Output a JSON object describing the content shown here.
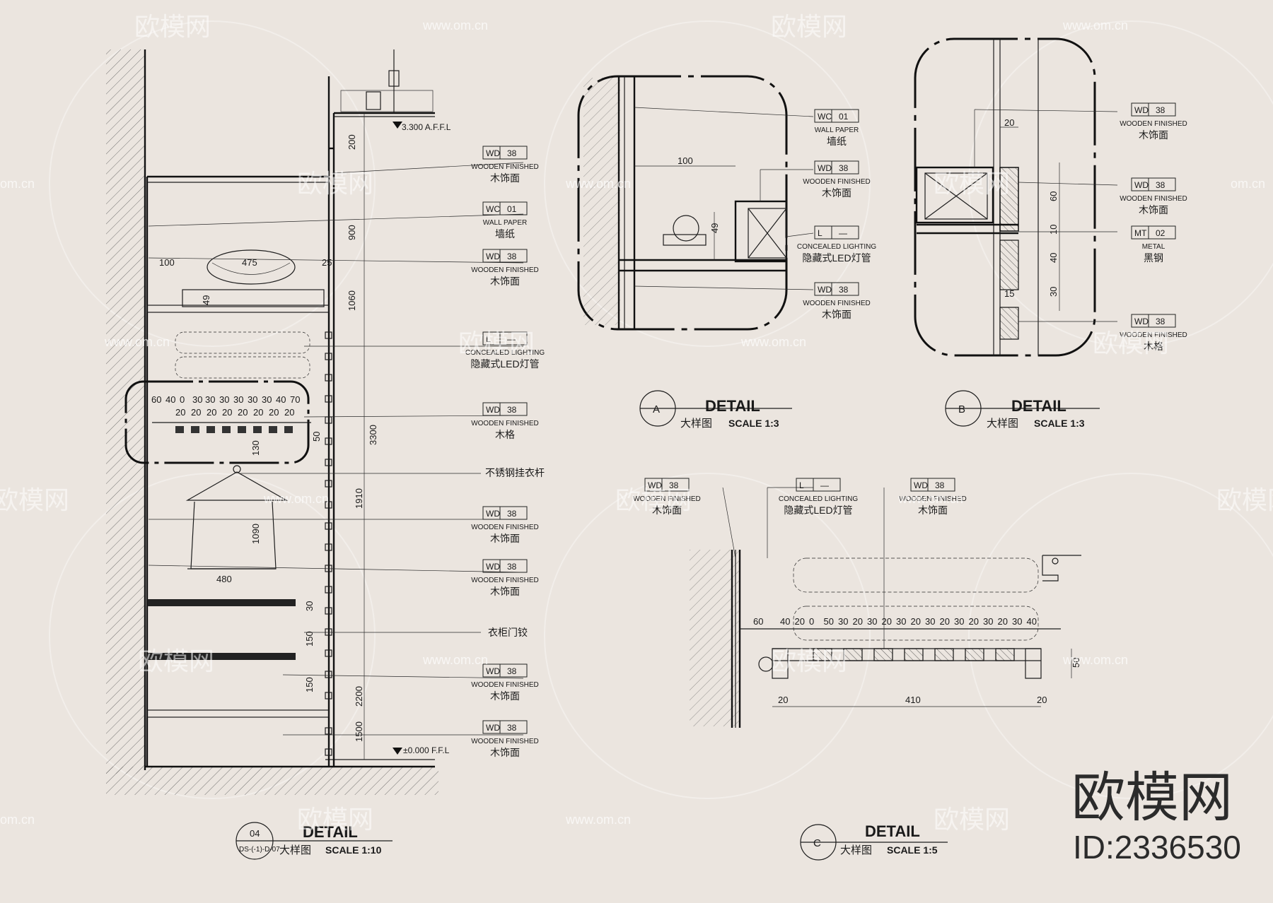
{
  "watermark": {
    "brand": "欧模网",
    "url": "www.om.cn",
    "url_short": "om.cn",
    "brand_partial": "欧模网"
  },
  "logo": {
    "brand": "欧模网",
    "id_text": "ID:2336530"
  },
  "main_section": {
    "title": "DETAIL",
    "subtitle_cn": "大样图",
    "scale": "SCALE  1:10",
    "number": "04",
    "sheet_ref": "DS-(-1)-D-07",
    "elev_top": "3.300 A.F.F.L",
    "elev_bottom": "±0.000 F.F.L",
    "dims": {
      "d200": "200",
      "d900": "900",
      "d1060": "1060",
      "d3300": "3300",
      "d1910": "1910",
      "d1500": "1500",
      "d2200": "2200",
      "d1090": "1090",
      "d130": "130",
      "d480": "480",
      "d150": "150",
      "d150b": "150",
      "d30": "30",
      "d100": "100",
      "d475": "475",
      "d25": "25",
      "d49": "49",
      "d50": "50",
      "row_top": [
        "60",
        "40",
        "0",
        "30",
        "30",
        "30",
        "30",
        "30",
        "30",
        "40",
        "70"
      ],
      "row_bot": [
        "20",
        "20",
        "20",
        "20",
        "20",
        "20",
        "20",
        "20"
      ]
    },
    "labels": [
      {
        "code": "WD",
        "num": "38",
        "en": "WOODEN FINISHED",
        "cn": "木饰面"
      },
      {
        "code": "WC",
        "num": "01",
        "en": "WALL PAPER",
        "cn": "墙纸"
      },
      {
        "code": "WD",
        "num": "38",
        "en": "WOODEN FINISHED",
        "cn": "木饰面"
      },
      {
        "code": "L",
        "num": "—",
        "en": "CONCEALED LIGHTING",
        "cn": "隐藏式LED灯管"
      },
      {
        "code": "WD",
        "num": "38",
        "en": "WOODEN FINISHED",
        "cn": "木格"
      },
      {
        "code": "",
        "num": "",
        "en": "",
        "cn": "不锈钢挂衣杆"
      },
      {
        "code": "WD",
        "num": "38",
        "en": "WOODEN FINISHED",
        "cn": "木饰面"
      },
      {
        "code": "WD",
        "num": "38",
        "en": "WOODEN FINISHED",
        "cn": "木饰面"
      },
      {
        "code": "",
        "num": "",
        "en": "",
        "cn": "衣柜门铰"
      },
      {
        "code": "WD",
        "num": "38",
        "en": "WOODEN FINISHED",
        "cn": "木饰面"
      },
      {
        "code": "WD",
        "num": "38",
        "en": "WOODEN FINISHED",
        "cn": "木饰面"
      }
    ]
  },
  "detail_a": {
    "letter": "A",
    "title": "DETAIL",
    "subtitle_cn": "大样图",
    "scale": "SCALE  1:3",
    "dims": {
      "d100": "100",
      "d49": "49"
    },
    "labels": [
      {
        "code": "WC",
        "num": "01",
        "en": "WALL PAPER",
        "cn": "墙纸"
      },
      {
        "code": "WD",
        "num": "38",
        "en": "WOODEN FINISHED",
        "cn": "木饰面"
      },
      {
        "code": "L",
        "num": "—",
        "en": "CONCEALED LIGHTING",
        "cn": "隐藏式LED灯管"
      },
      {
        "code": "WD",
        "num": "38",
        "en": "WOODEN FINISHED",
        "cn": "木饰面"
      }
    ]
  },
  "detail_b": {
    "letter": "B",
    "title": "DETAIL",
    "subtitle_cn": "大样图",
    "scale": "SCALE  1:3",
    "dims": {
      "d20": "20",
      "d60": "60",
      "d10": "10",
      "d40": "40",
      "d30": "30",
      "d15": "15"
    },
    "labels": [
      {
        "code": "WD",
        "num": "38",
        "en": "WOODEN FINISHED",
        "cn": "木饰面"
      },
      {
        "code": "WD",
        "num": "38",
        "en": "WOODEN FINISHED",
        "cn": "木饰面"
      },
      {
        "code": "MT",
        "num": "02",
        "en": "METAL",
        "cn": "黑钢"
      },
      {
        "code": "WD",
        "num": "38",
        "en": "WOODEN FINISHED",
        "cn": "木格"
      }
    ]
  },
  "detail_c": {
    "letter": "C",
    "title": "DETAIL",
    "subtitle_cn": "大样图",
    "scale": "SCALE  1:5",
    "dims": {
      "d60": "60",
      "row": [
        "40",
        "20",
        "0",
        "50",
        "30",
        "20",
        "30",
        "20",
        "30",
        "20",
        "30",
        "20",
        "30",
        "20",
        "30",
        "20",
        "30",
        "40"
      ],
      "d20a": "20",
      "d410": "410",
      "d20b": "20",
      "d50": "50"
    },
    "labels": [
      {
        "code": "WD",
        "num": "38",
        "en": "WOODEN FINISHED",
        "cn": "木饰面"
      },
      {
        "code": "L",
        "num": "—",
        "en": "CONCEALED LIGHTING",
        "cn": "隐藏式LED灯管"
      },
      {
        "code": "WD",
        "num": "38",
        "en": "WOODEN FINISHED",
        "cn": "木饰面"
      }
    ]
  }
}
